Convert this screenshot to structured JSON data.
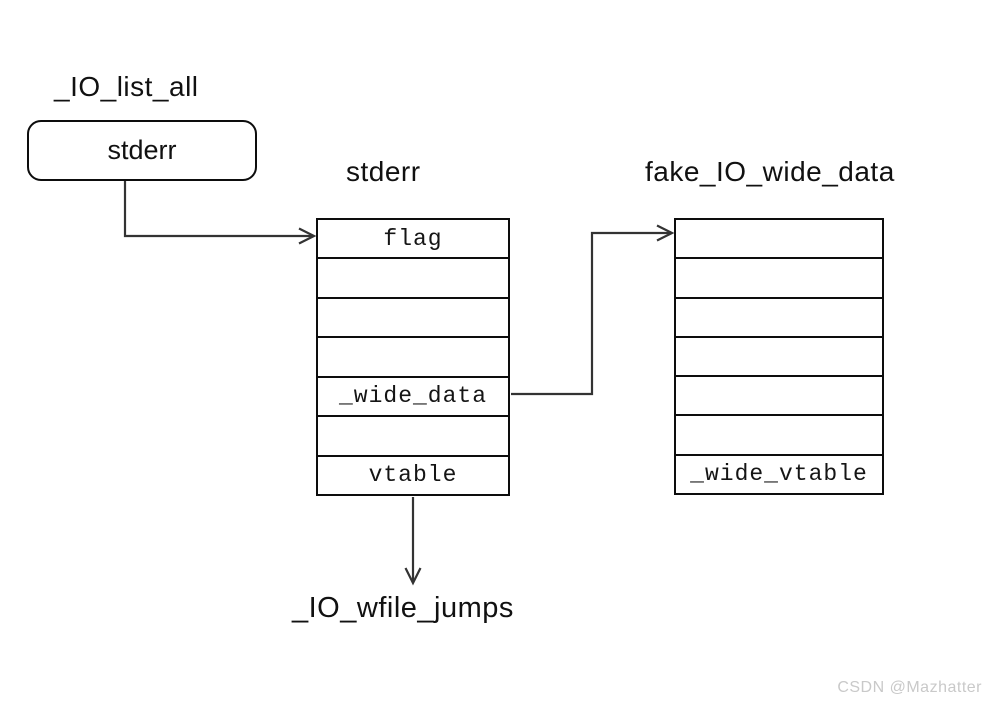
{
  "labels": {
    "io_list_all": "_IO_list_all",
    "stderr_pointer": "stderr",
    "io_wfile_jumps": "_IO_wfile_jumps"
  },
  "tables": {
    "stderr": {
      "title": "stderr",
      "rows": [
        "flag",
        "",
        "",
        "",
        "_wide_data",
        "",
        "vtable"
      ]
    },
    "fake_io_wide_data": {
      "title": "fake_IO_wide_data",
      "rows": [
        "",
        "",
        "",
        "",
        "",
        "",
        "_wide_vtable"
      ]
    }
  },
  "edges": [
    {
      "name": "io-list-all-to-stderr-arrow",
      "from": "stderr-pointer-box",
      "to": "stderr-table-row-flag"
    },
    {
      "name": "wide-data-pointer-arrow",
      "from": "stderr-table-row-wide-data",
      "to": "fake-io-wide-data-table-row-1"
    },
    {
      "name": "vtable-pointer-arrow",
      "from": "stderr-table-row-vtable",
      "to": "io-wfile-jumps-label"
    }
  ],
  "watermark": {
    "text": "CSDN @Mazhatter",
    "color": "#c9c9c9"
  },
  "colors": {
    "background": "#ffffff",
    "border": "#0d0d0d",
    "line": "#333333",
    "text": "#111111"
  }
}
